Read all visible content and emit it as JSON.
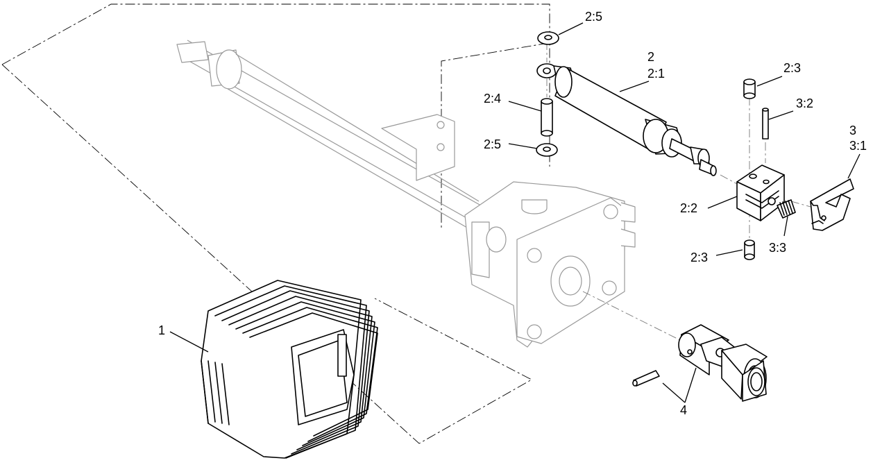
{
  "callouts": {
    "c1": "1",
    "c2": "2",
    "c2_1": "2:1",
    "c2_2": "2:2",
    "c2_3_top": "2:3",
    "c2_3_bottom": "2:3",
    "c2_4": "2:4",
    "c2_5_top": "2:5",
    "c2_5_bottom": "2:5",
    "c3": "3",
    "c3_1": "3:1",
    "c3_2": "3:2",
    "c3_3": "3:3",
    "c4": "4"
  }
}
